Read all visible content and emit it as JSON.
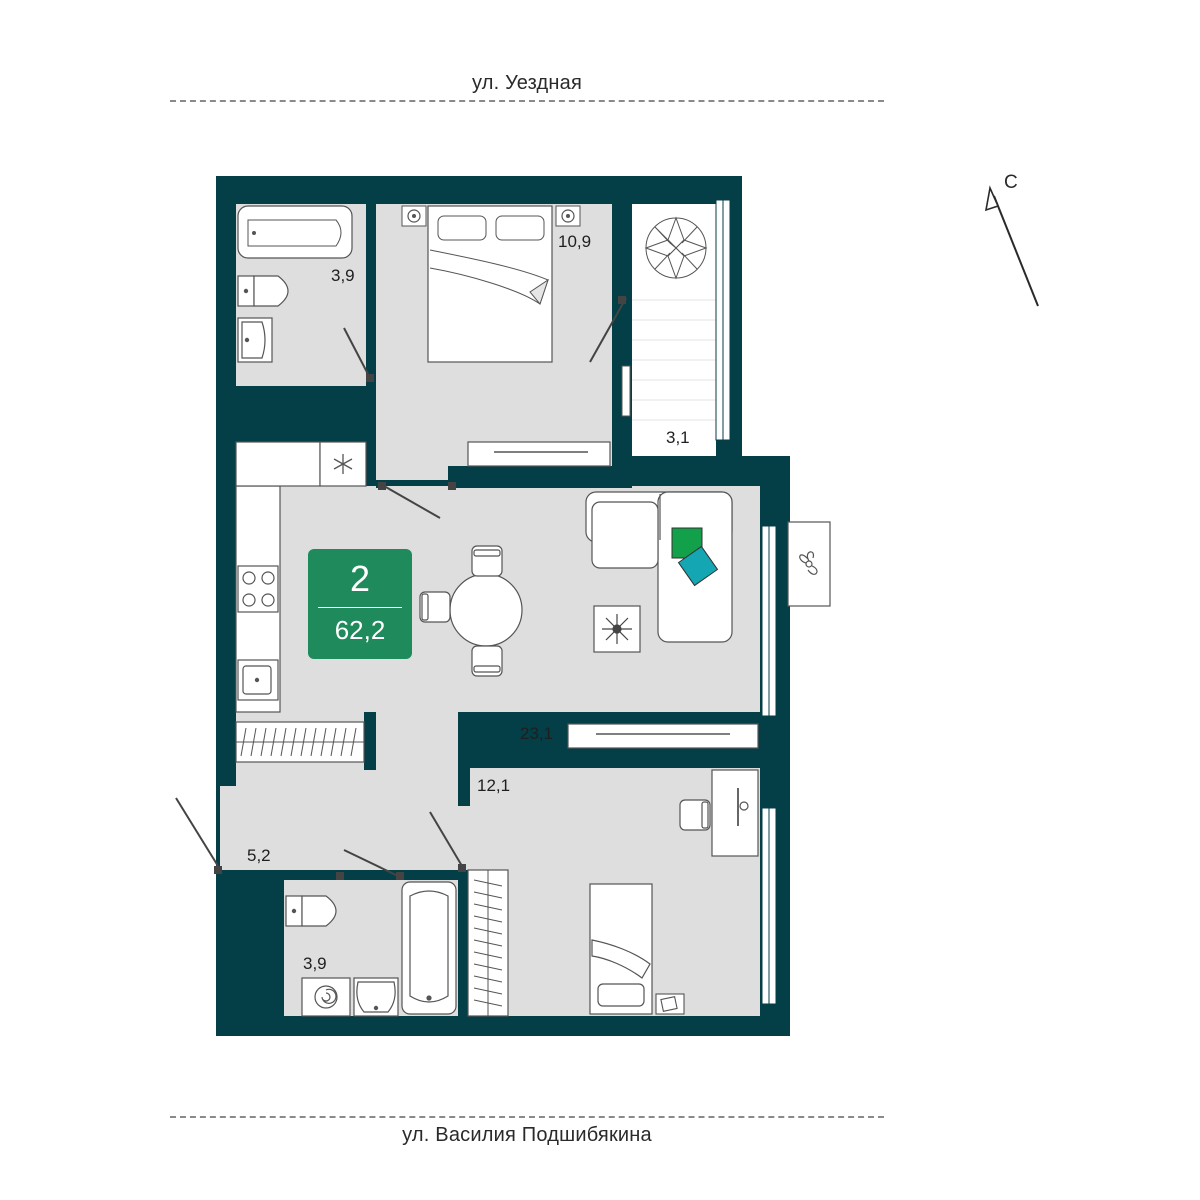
{
  "streets": {
    "top": "ул. Уездная",
    "bottom": "ул. Василия Подшибякина"
  },
  "apartment": {
    "rooms": "2",
    "total_area": "62,2"
  },
  "rooms": {
    "bathroom_top": "3,9",
    "bedroom": "10,9",
    "balcony": "3,1",
    "living": "23,1",
    "bedroom_small": "12,1",
    "hall": "5,2",
    "bathroom_bottom": "3,9"
  },
  "compass": {
    "label": "С"
  },
  "colors": {
    "wall": "#043e47",
    "floor": "#dedede",
    "badge": "#1f8a5c",
    "accent_green": "#12a04a",
    "accent_teal": "#14a6b2"
  }
}
